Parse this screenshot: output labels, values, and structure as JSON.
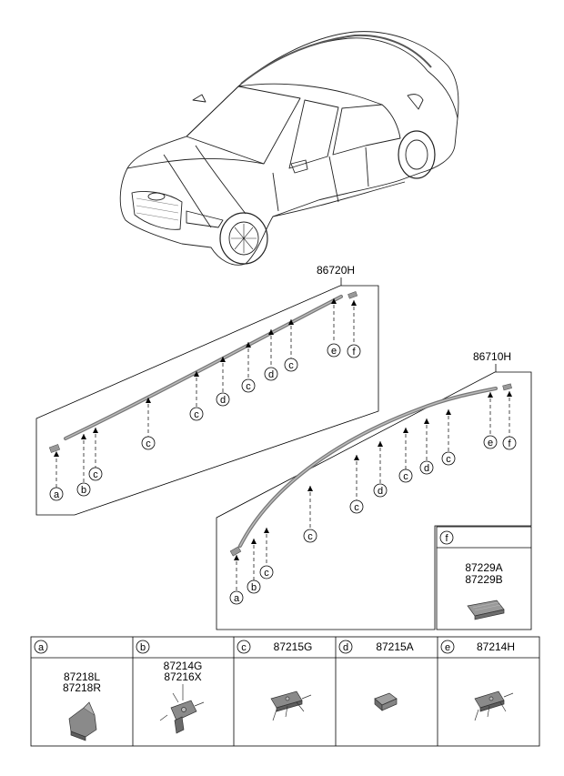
{
  "assembly_upper": {
    "part_no": "86720H"
  },
  "assembly_lower": {
    "part_no": "86710H"
  },
  "callouts": {
    "a": "a",
    "b": "b",
    "c": "c",
    "d": "d",
    "e": "e",
    "f": "f"
  },
  "parts_table": [
    {
      "letter": "a",
      "parts": [
        "87218L",
        "87218R"
      ]
    },
    {
      "letter": "b",
      "parts": [
        "87214G",
        "87216X"
      ]
    },
    {
      "letter": "c",
      "parts": [
        "87215G"
      ]
    },
    {
      "letter": "d",
      "parts": [
        "87215A"
      ]
    },
    {
      "letter": "e",
      "parts": [
        "87214H"
      ]
    }
  ],
  "part_f": {
    "letter": "f",
    "parts": [
      "87229A",
      "87229B"
    ]
  }
}
